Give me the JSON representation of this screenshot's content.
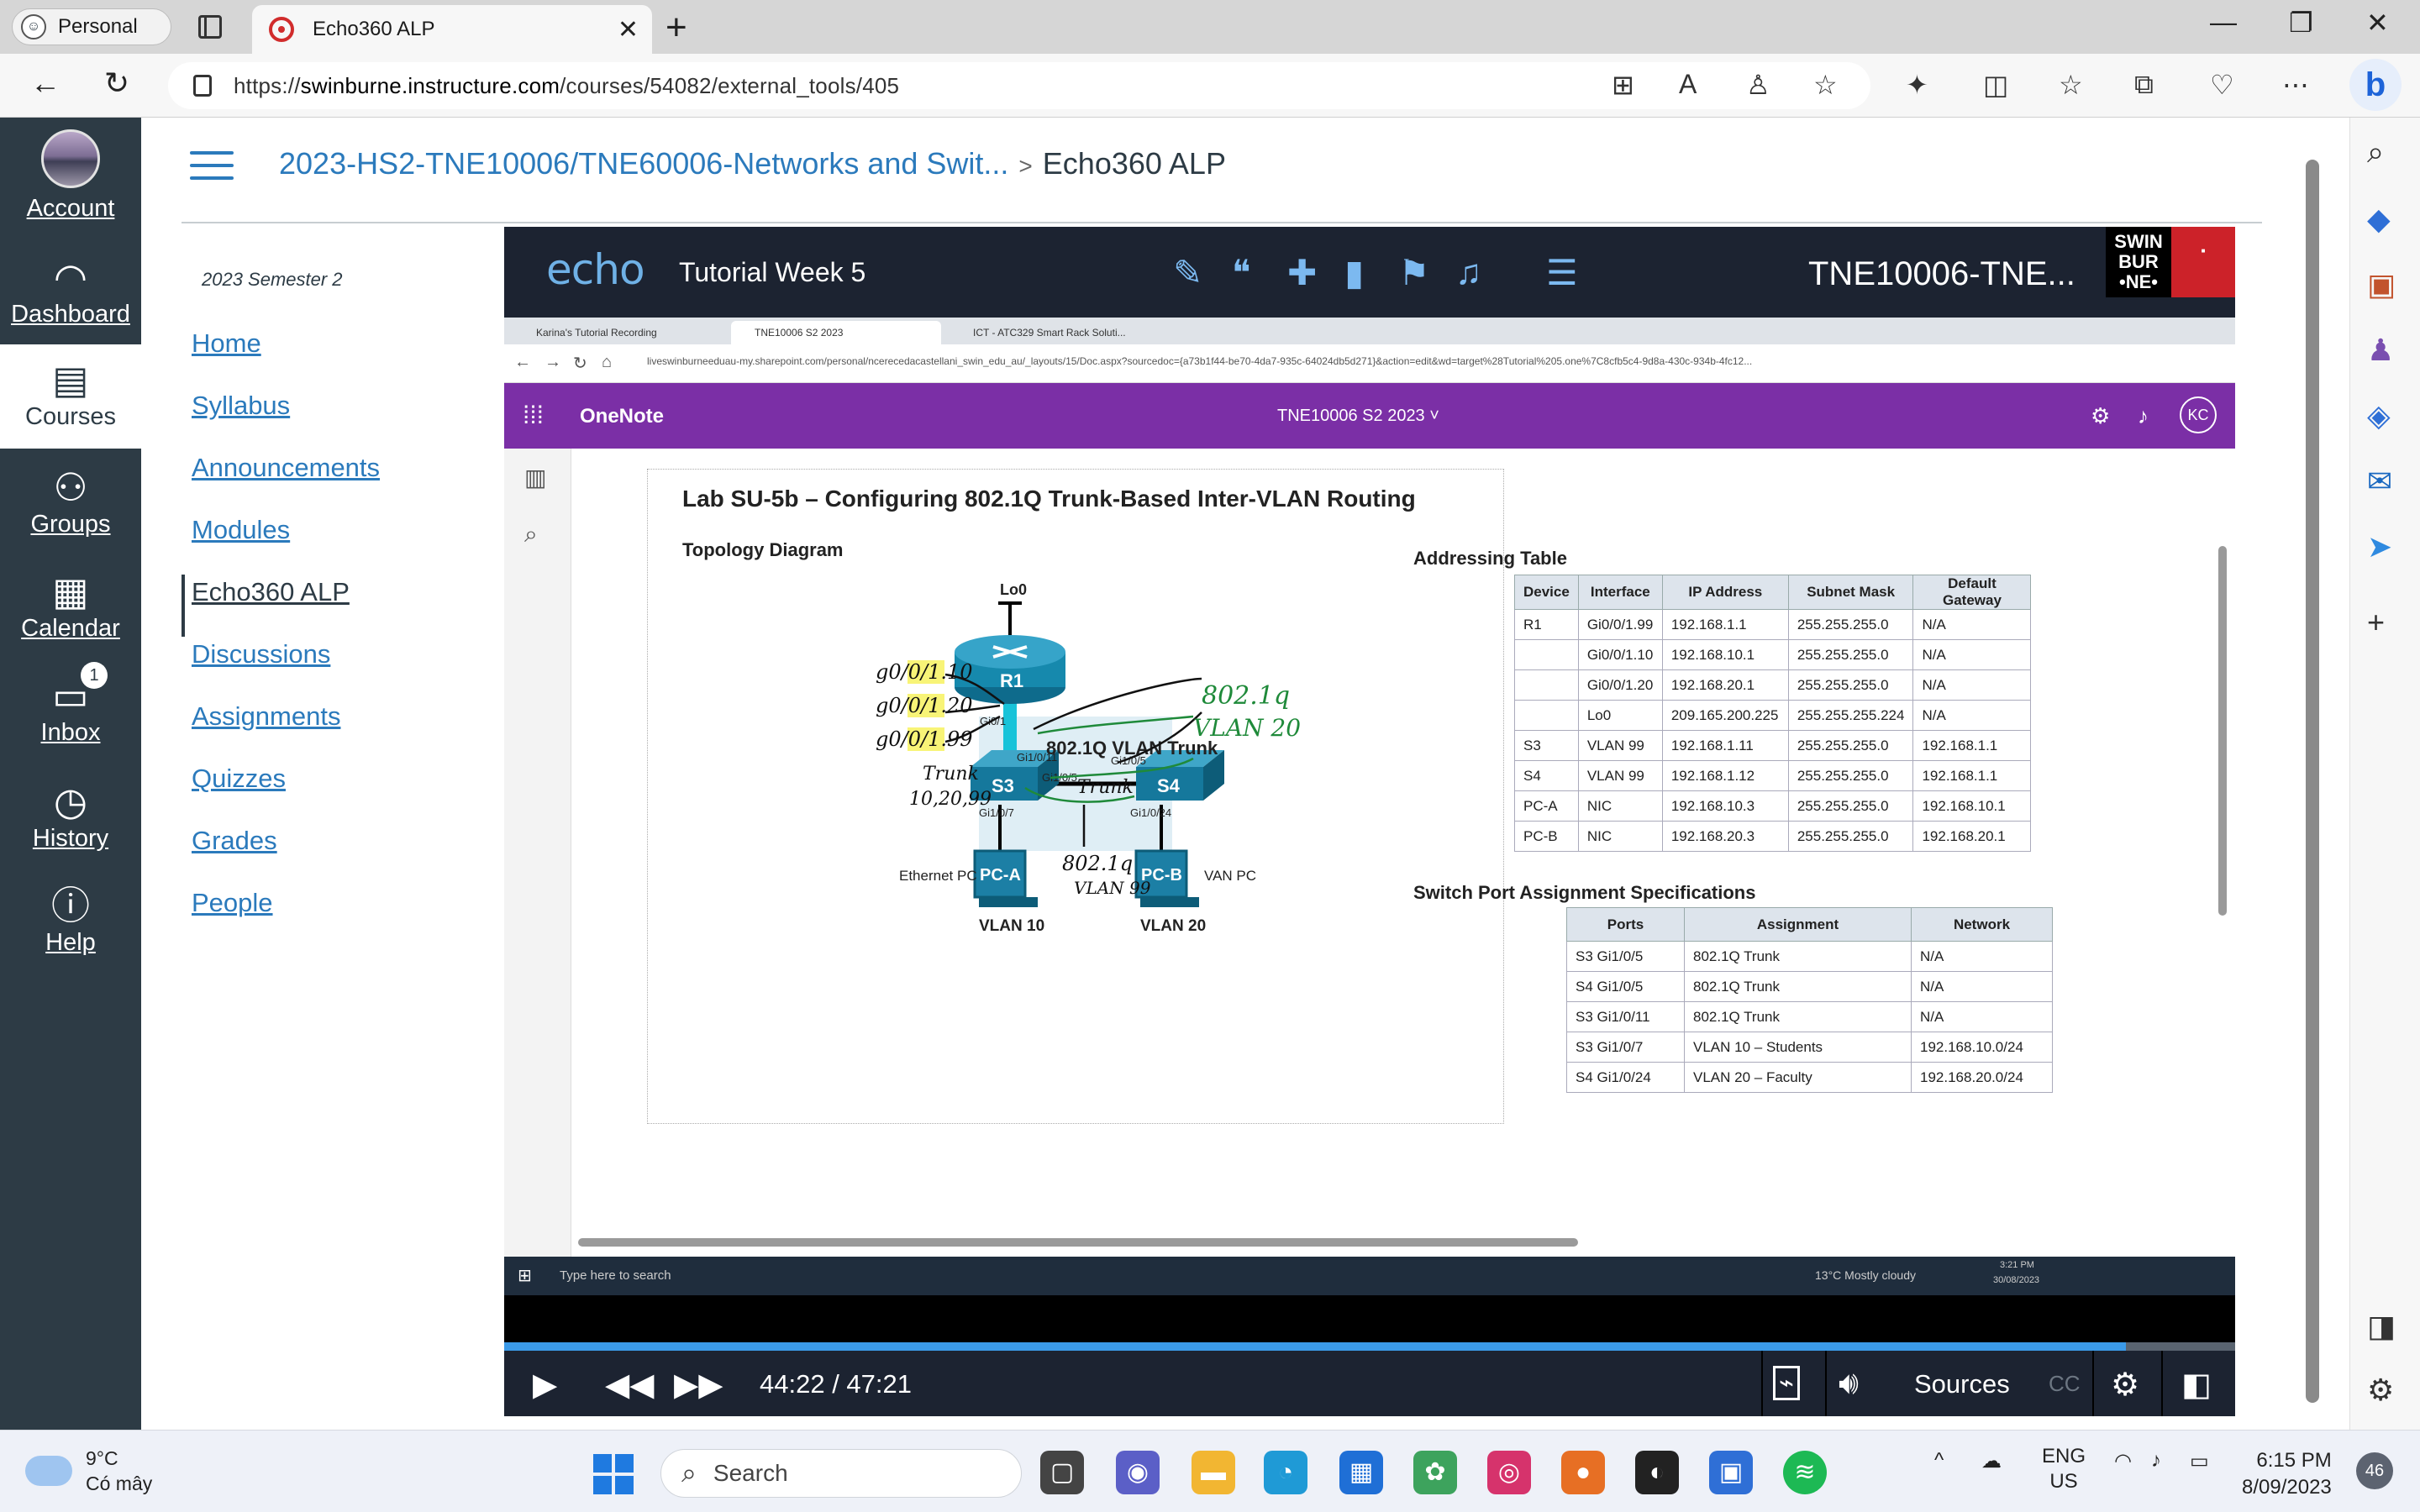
{
  "browser": {
    "profile_label": "Personal",
    "tab_title": "Echo360 ALP",
    "url_prefix": "https://",
    "url_domain": "swinburne.instructure.com",
    "url_path": "/courses/54082/external_tools/405"
  },
  "canvas_nav": {
    "items": [
      {
        "label": "Account",
        "icon": "account-avatar"
      },
      {
        "label": "Dashboard",
        "icon": "dashboard-icon"
      },
      {
        "label": "Courses",
        "icon": "courses-icon"
      },
      {
        "label": "Groups",
        "icon": "groups-icon"
      },
      {
        "label": "Calendar",
        "icon": "calendar-icon"
      },
      {
        "label": "Inbox",
        "icon": "inbox-icon",
        "badge": "1"
      },
      {
        "label": "History",
        "icon": "history-icon"
      },
      {
        "label": "Help",
        "icon": "help-icon"
      }
    ]
  },
  "header": {
    "course_crumb": "2023-HS2-TNE10006/TNE60006-Networks and Swit...",
    "separator": ">",
    "current": "Echo360 ALP"
  },
  "course_nav": {
    "term": "2023 Semester 2",
    "items": [
      "Home",
      "Syllabus",
      "Announcements",
      "Modules",
      "Echo360 ALP",
      "Discussions",
      "Assignments",
      "Quizzes",
      "Grades",
      "People"
    ]
  },
  "player": {
    "logo": "echo",
    "title": "Tutorial Week 5",
    "course": "TNE10006-TNE...",
    "brand_lines": [
      "SWIN",
      "BUR",
      "•NE•"
    ],
    "time": "44:22 / 47:21",
    "progress": 0.937,
    "sources_label": "Sources",
    "cc_label": "CC"
  },
  "recording": {
    "tabs": [
      "Karina's Tutorial Recording",
      "TNE10006 S2 2023",
      "ICT - ATC329 Smart Rack Soluti..."
    ],
    "url": "liveswinburneeduau-my.sharepoint.com/personal/ncerecedacastellani_swin_edu_au/_layouts/15/Doc.aspx?sourcedoc={a73b1f44-be70-4da7-935c-64024db5d271}&action=edit&wd=target%28Tutorial%205.one%7C8cfb5c4-9d8a-430c-934b-4fc12...",
    "app": "OneNote",
    "notebook": "TNE10006 S2 2023 ˅",
    "user_initials": "KC",
    "lab_title": "Lab SU-5b – Configuring 802.1Q Trunk-Based Inter-VLAN Routing",
    "topology_label": "Topology Diagram",
    "topology": {
      "lo0": "Lo0",
      "r1": "R1",
      "s3": "S3",
      "s4": "S4",
      "pca": "PC-A",
      "pcb": "PC-B",
      "vlan10": "VLAN 10",
      "vlan20": "VLAN 20",
      "eth_pc": "Ethernet PC",
      "van_pc": "VAN PC",
      "trunk_lbl": "802.1Q VLAN Trunk",
      "gi01": "Gi0/1",
      "gi011": "Gi1/0/11",
      "gi105a": "Gi1/0/5",
      "gi105b": "Gi1/0/5",
      "gi107": "Gi1/0/7",
      "gi1024": "Gi1/0/24",
      "hw_g010": "g0/0/1.10",
      "hw_g020": "g0/0/1.20",
      "hw_g099": "g0/0/1.99",
      "hw_trunk": "Trunk",
      "hw_trunk_vlans": "10,20,99",
      "hw_8021q": "802.1q",
      "hw_vlan20": "VLAN 20",
      "hw_trunk2": "Trunk",
      "hw_8021q_b": "802.1q",
      "hw_vlan99": "VLAN 99"
    },
    "addressing_label": "Addressing Table",
    "addressing_headers": [
      "Device",
      "Interface",
      "IP Address",
      "Subnet Mask",
      "Default Gateway"
    ],
    "addressing_rows": [
      [
        "R1",
        "Gi0/0/1.99",
        "192.168.1.1",
        "255.255.255.0",
        "N/A"
      ],
      [
        "",
        "Gi0/0/1.10",
        "192.168.10.1",
        "255.255.255.0",
        "N/A"
      ],
      [
        "",
        "Gi0/0/1.20",
        "192.168.20.1",
        "255.255.255.0",
        "N/A"
      ],
      [
        "",
        "Lo0",
        "209.165.200.225",
        "255.255.255.224",
        "N/A"
      ],
      [
        "S3",
        "VLAN 99",
        "192.168.1.11",
        "255.255.255.0",
        "192.168.1.1"
      ],
      [
        "S4",
        "VLAN 99",
        "192.168.1.12",
        "255.255.255.0",
        "192.168.1.1"
      ],
      [
        "PC-A",
        "NIC",
        "192.168.10.3",
        "255.255.255.0",
        "192.168.10.1"
      ],
      [
        "PC-B",
        "NIC",
        "192.168.20.3",
        "255.255.255.0",
        "192.168.20.1"
      ]
    ],
    "spa_label": "Switch Port Assignment Specifications",
    "spa_headers": [
      "Ports",
      "Assignment",
      "Network"
    ],
    "spa_rows": [
      [
        "S3 Gi1/0/5",
        "802.1Q Trunk",
        "N/A"
      ],
      [
        "S4 Gi1/0/5",
        "802.1Q Trunk",
        "N/A"
      ],
      [
        "S3 Gi1/0/11",
        "802.1Q Trunk",
        "N/A"
      ],
      [
        "S3 Gi1/0/7",
        "VLAN 10 – Students",
        "192.168.10.0/24"
      ],
      [
        "S4 Gi1/0/24",
        "VLAN 20 – Faculty",
        "192.168.20.0/24"
      ]
    ],
    "taskbar_search": "Type here to search",
    "taskbar_weather": "13°C  Mostly cloudy",
    "taskbar_time": "3:21 PM",
    "taskbar_date": "30/08/2023"
  },
  "taskbar": {
    "temp": "9°C",
    "condition": "Có mây",
    "search_label": "Search",
    "lang_top": "ENG",
    "lang_bottom": "US",
    "time": "6:15 PM",
    "date": "8/09/2023",
    "notifications": "46"
  },
  "colors": {
    "canvas_nav": "#2d3b45",
    "link": "#2b7abc",
    "echo_bar": "#1c2331",
    "onenote": "#7b2fa6",
    "handwriting_black": "#111111",
    "handwriting_green": "#1f8a3a",
    "highlight": "#f5f04a",
    "progress": "#3b9ae8"
  }
}
